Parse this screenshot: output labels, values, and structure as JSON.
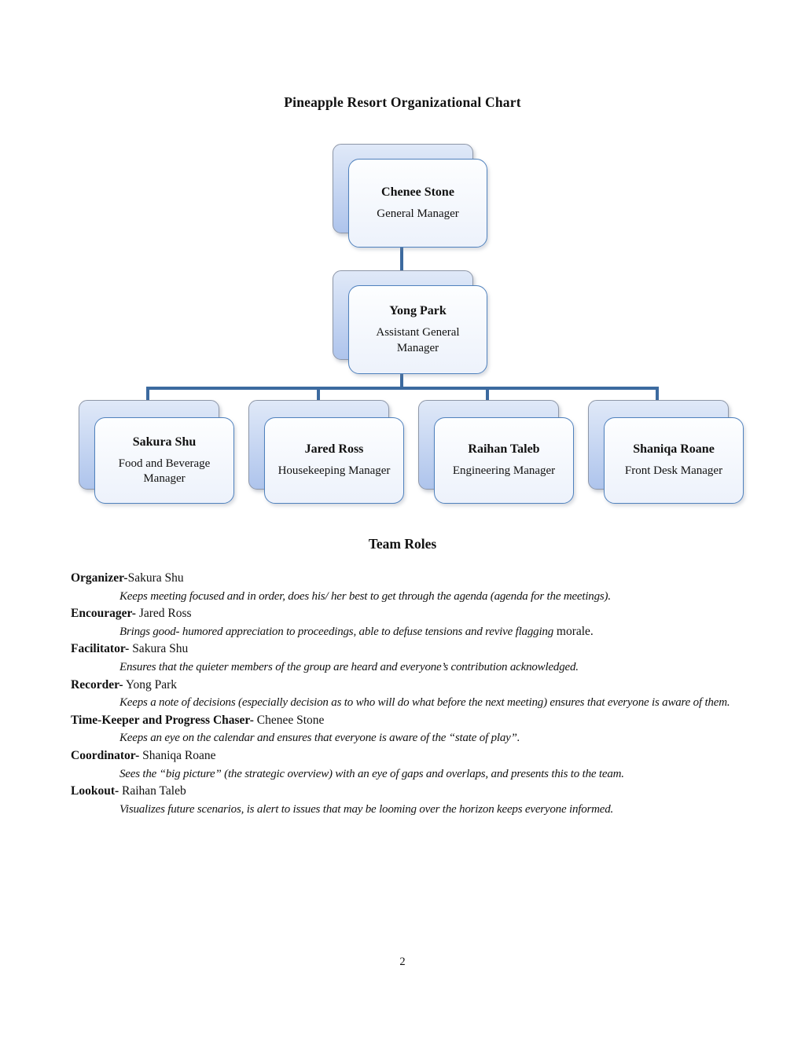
{
  "page": {
    "title": "Pineapple Resort Organizational Chart",
    "page_number": "2"
  },
  "theme": {
    "accent-border": "#4f81bd",
    "connector": "#3c6a9f",
    "shadow-fill-top": "#e0e9f8",
    "shadow-fill-bottom": "#aec4ec",
    "card-fill-top": "#fdfeff",
    "card-fill-bottom": "#edf2fb",
    "text": "#111111"
  },
  "org_chart": {
    "nodes": [
      {
        "name": "Chenee Stone",
        "role": "General Manager",
        "reports_to": null
      },
      {
        "name": "Yong Park",
        "role": "Assistant General Manager",
        "reports_to": "Chenee Stone"
      },
      {
        "name": "Sakura Shu",
        "role": "Food and Beverage Manager",
        "reports_to": "Yong Park"
      },
      {
        "name": "Jared Ross",
        "role": "Housekeeping Manager",
        "reports_to": "Yong Park"
      },
      {
        "name": "Raihan Taleb",
        "role": "Engineering Manager",
        "reports_to": "Yong Park"
      },
      {
        "name": "Shaniqa Roane",
        "role": "Front Desk Manager",
        "reports_to": "Yong Park"
      }
    ]
  },
  "team_roles": {
    "heading": "Team Roles",
    "entries": [
      {
        "label": "Organizer-",
        "person": "Sakura Shu",
        "desc": "Keeps meeting focused and in order, does his/ her best to get through the agenda (agenda for the meetings)."
      },
      {
        "label": "Encourager-",
        "person": " Jared Ross",
        "desc": "Brings good- humored appreciation to proceedings, able to defuse tensions and revive flagging",
        "desc_plain": " morale."
      },
      {
        "label": "Facilitator-",
        "person": " Sakura Shu",
        "desc": "Ensures that the quieter members of the group are heard and everyone’s contribution acknowledged."
      },
      {
        "label": "Recorder-",
        "person": " Yong Park",
        "desc": "Keeps a note of decisions (especially decision as to who will do what before the next meeting) ensures that everyone is aware of them."
      },
      {
        "label": "Time-Keeper and Progress Chaser-",
        "person": " Chenee Stone",
        "desc": "Keeps an eye on the calendar and ensures that everyone is aware of the “state of play”."
      },
      {
        "label": "Coordinator-",
        "person": " Shaniqa Roane",
        "desc": "Sees the “big picture” (the strategic overview) with an eye of gaps and overlaps, and presents this to the team."
      },
      {
        "label": "Lookout-",
        "person": " Raihan Taleb",
        "desc": "Visualizes future scenarios, is alert to issues that may be looming over the horizon keeps everyone informed."
      }
    ]
  }
}
